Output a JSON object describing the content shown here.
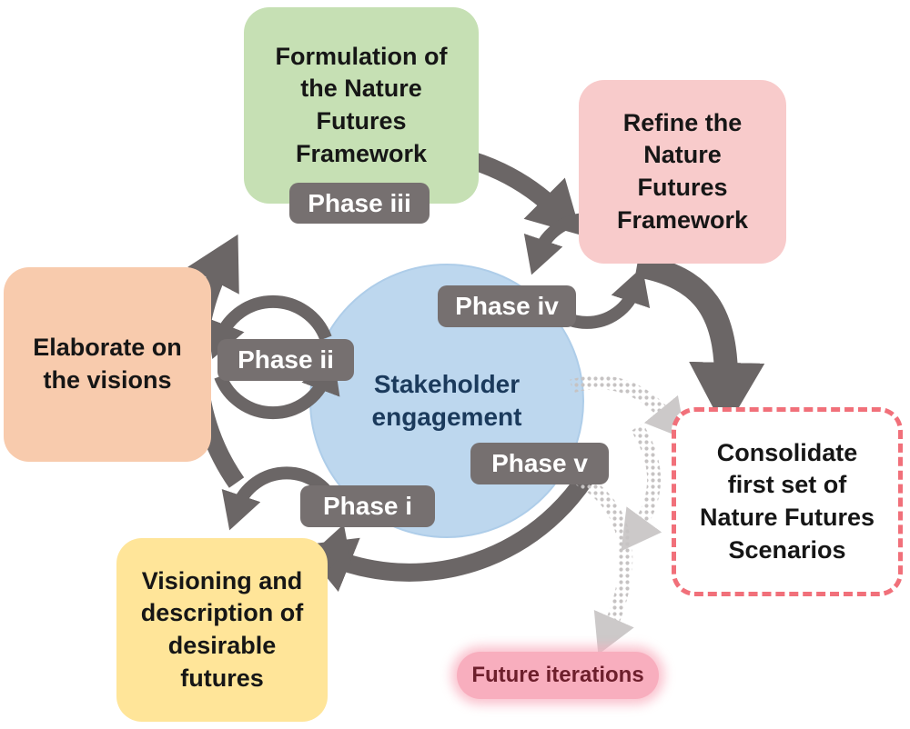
{
  "center": {
    "label": "Stakeholder engagement"
  },
  "boxes": {
    "formulation": {
      "label": "Formulation of the Nature Futures Framework",
      "fill": "#c6e0b4"
    },
    "refine": {
      "label": "Refine the Nature Futures Framework",
      "fill": "#f8cbcb"
    },
    "elaborate": {
      "label": "Elaborate on the visions",
      "fill": "#f8cbad"
    },
    "visioning": {
      "label": "Visioning and description of desirable futures",
      "fill": "#ffe599"
    },
    "consolidate": {
      "label": "Consolidate first set of Nature Futures Scenarios",
      "border": "#f1707a"
    }
  },
  "phases": {
    "i": {
      "label": "Phase i"
    },
    "ii": {
      "label": "Phase ii"
    },
    "iii": {
      "label": "Phase iii"
    },
    "iv": {
      "label": "Phase iv"
    },
    "v": {
      "label": "Phase v"
    }
  },
  "future_iterations": {
    "label": "Future iterations",
    "fill": "#f8aebe"
  },
  "colors": {
    "arrow_gray": "#6b6666",
    "halftone_gray": "#c6c3c3",
    "phase_label_bg": "#767070",
    "center_circle_fill": "#bdd7ee"
  }
}
